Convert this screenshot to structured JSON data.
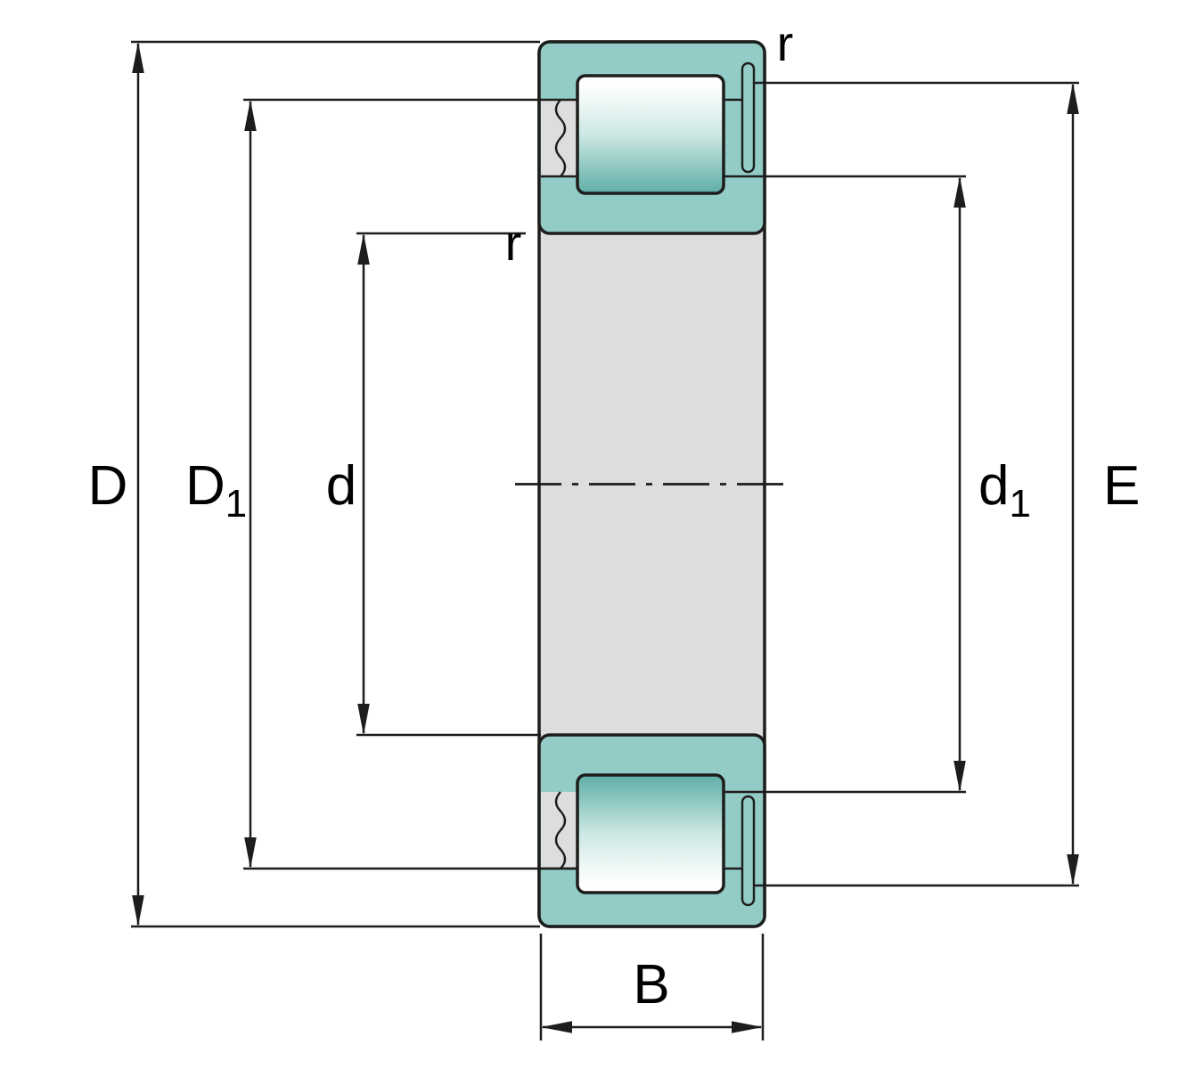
{
  "diagram": {
    "dimension_labels": {
      "D": "D",
      "D1": {
        "base": "D",
        "sub": "1"
      },
      "d": "d",
      "d1": {
        "base": "d",
        "sub": "1"
      },
      "E": "E",
      "B": "B",
      "r_outer": "r",
      "r_bore": "r"
    },
    "colors": {
      "ring_teal": "#93ccc6",
      "steel_gray": "#dcdddd",
      "outline": "#1d1d1b",
      "roller_light": "#ffffff",
      "roller_mid": "#cde8e4",
      "roller_dark": "#5fafa7",
      "pin_fill": "#f1f1f1",
      "background": "#ffffff"
    }
  }
}
